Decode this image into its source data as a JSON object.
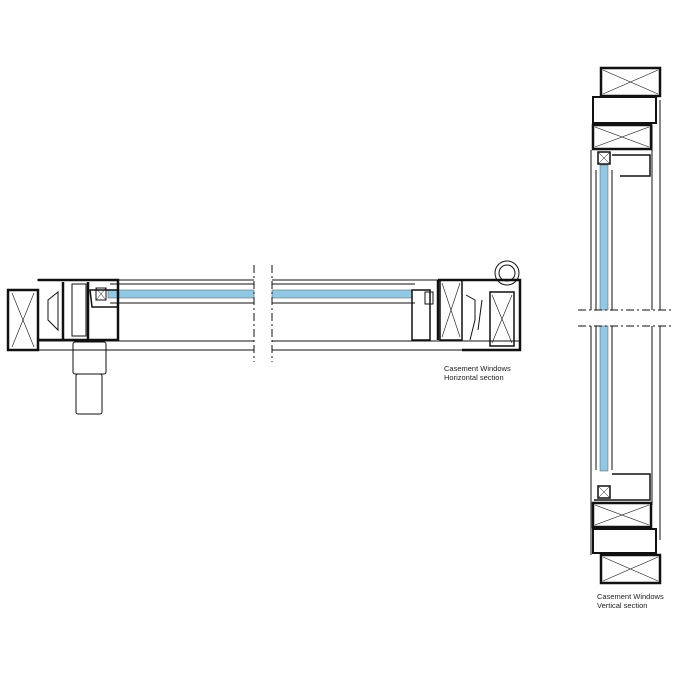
{
  "horizontal_section": {
    "title": "Casement Windows",
    "subtitle": "Horizontal section"
  },
  "vertical_section": {
    "title": "Casement Windows",
    "subtitle": "Vertical section"
  },
  "colors": {
    "glass": "#8ecae6",
    "profile": "#111111",
    "line": "#333333"
  }
}
